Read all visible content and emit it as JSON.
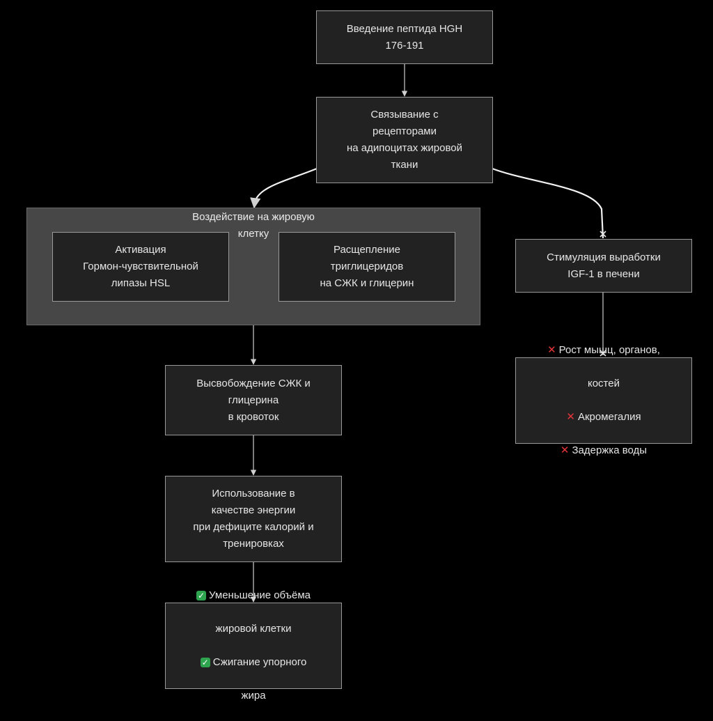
{
  "colors": {
    "background": "#000000",
    "node_fill": "#222222",
    "node_border": "#9a9a9a",
    "cluster_fill": "#474747",
    "edge": "#d0d0d0",
    "check": "#2ea44f",
    "cross": "#e5343a"
  },
  "cluster": {
    "title": "Воздействие на жировую\nклетку"
  },
  "nodes": {
    "intro": "Введение пептида HGH\n176-191",
    "binding": "Связывание с\nрецепторами\nна адипоцитах жировой\nткани",
    "hsl": "Активация\nГормон-чувствительной\nлипазы HSL",
    "split": "Расщепление\nтриглицеридов\nна СЖК и глицерин",
    "igf": "Стимуляция выработки\nIGF-1 в печени",
    "release": "Высвобождение СЖК и\nглицерина\nв кровоток",
    "energy": "Использование в\nкачестве энергии\nпри дефиците калорий и\nтренировках"
  },
  "benefits": {
    "line1": "Уменьшение объёма",
    "line2": "жировой клетки",
    "line3": "Сжигание упорного",
    "line4": "жира",
    "icon": "check-mark-icon"
  },
  "side_effects": {
    "line1": "Рост мышц, органов,",
    "line2": "костей",
    "line3": "Акромегалия",
    "line4": "Задержка воды",
    "icon": "cross-mark-icon"
  }
}
